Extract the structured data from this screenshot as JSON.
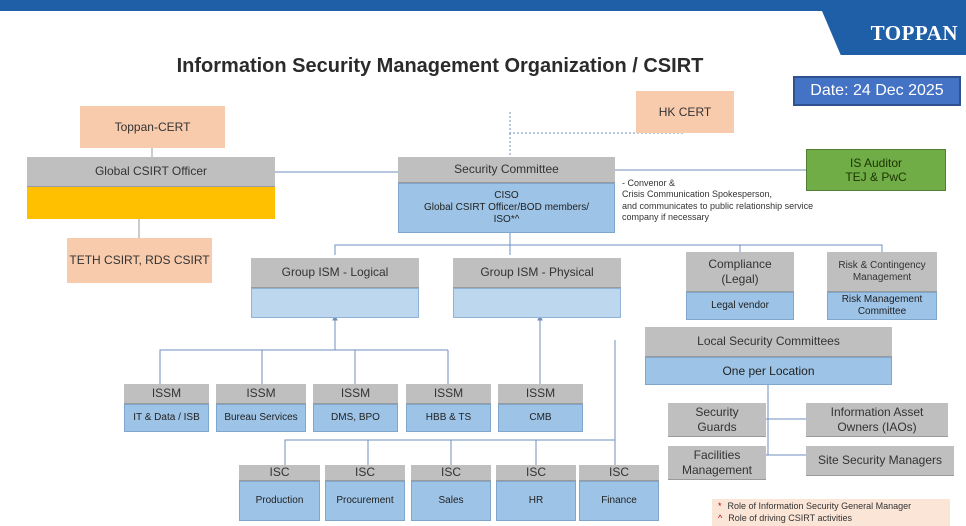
{
  "header": {
    "logo": "TOPPAN",
    "title": "Information Security Management Organization / CSIRT",
    "date": "Date: 24 Dec 2025"
  },
  "nodes": {
    "toppan_cert": "Toppan-CERT",
    "hk_cert": "HK CERT",
    "global_csirt_officer": "Global CSIRT Officer",
    "security_committee": {
      "title": "Security Committee",
      "line1": "CISO",
      "line2": "Global CSIRT Officer/BOD members/",
      "line3": "ISO*^"
    },
    "is_auditor": {
      "line1": "IS Auditor",
      "line2": "TEJ & PwC"
    },
    "teth_csirt": "TETH CSIRT, RDS CSIRT",
    "convenor_note": [
      "- Convenor &",
      "Crisis Communication Spokesperson,",
      "and communicates to public relationship service",
      "company if necessary"
    ],
    "group_ism_logical": "Group ISM - Logical",
    "group_ism_physical": "Group ISM - Physical",
    "compliance": {
      "line1": "Compliance",
      "line2": "(Legal)",
      "sub": "Legal vendor"
    },
    "risk": {
      "line1": "Risk & Contingency",
      "line2": "Management",
      "sub1": "Risk Management",
      "sub2": "Committee"
    },
    "local_security": {
      "title": "Local Security Committees",
      "sub": "One per Location"
    },
    "security_guards": {
      "line1": "Security",
      "line2": "Guards"
    },
    "iao": {
      "line1": "Information Asset",
      "line2": "Owners (IAOs)"
    },
    "facilities": {
      "line1": "Facilities",
      "line2": "Management"
    },
    "site_security": "Site Security Managers"
  },
  "issm": [
    {
      "title": "ISSM",
      "sub": "IT & Data / ISB"
    },
    {
      "title": "ISSM",
      "sub": "Bureau Services"
    },
    {
      "title": "ISSM",
      "sub": "DMS, BPO"
    },
    {
      "title": "ISSM",
      "sub": "HBB & TS"
    },
    {
      "title": "ISSM",
      "sub": "CMB"
    }
  ],
  "isc": [
    {
      "title": "ISC",
      "sub": "Production"
    },
    {
      "title": "ISC",
      "sub": "Procurement"
    },
    {
      "title": "ISC",
      "sub": "Sales"
    },
    {
      "title": "ISC",
      "sub": "HR"
    },
    {
      "title": "ISC",
      "sub": "Finance"
    }
  ],
  "legend": {
    "line1_mark": "*",
    "line1": "Role of Information Security General Manager",
    "line2_mark": "^",
    "line2": "Role of driving CSIRT activities"
  },
  "colors": {
    "brand_blue": "#1f5fa8",
    "peach": "#f8cbad",
    "gray": "#bfbfbf",
    "light_blue": "#9dc3e6",
    "green": "#70ad47",
    "yellow": "#ffc000"
  }
}
